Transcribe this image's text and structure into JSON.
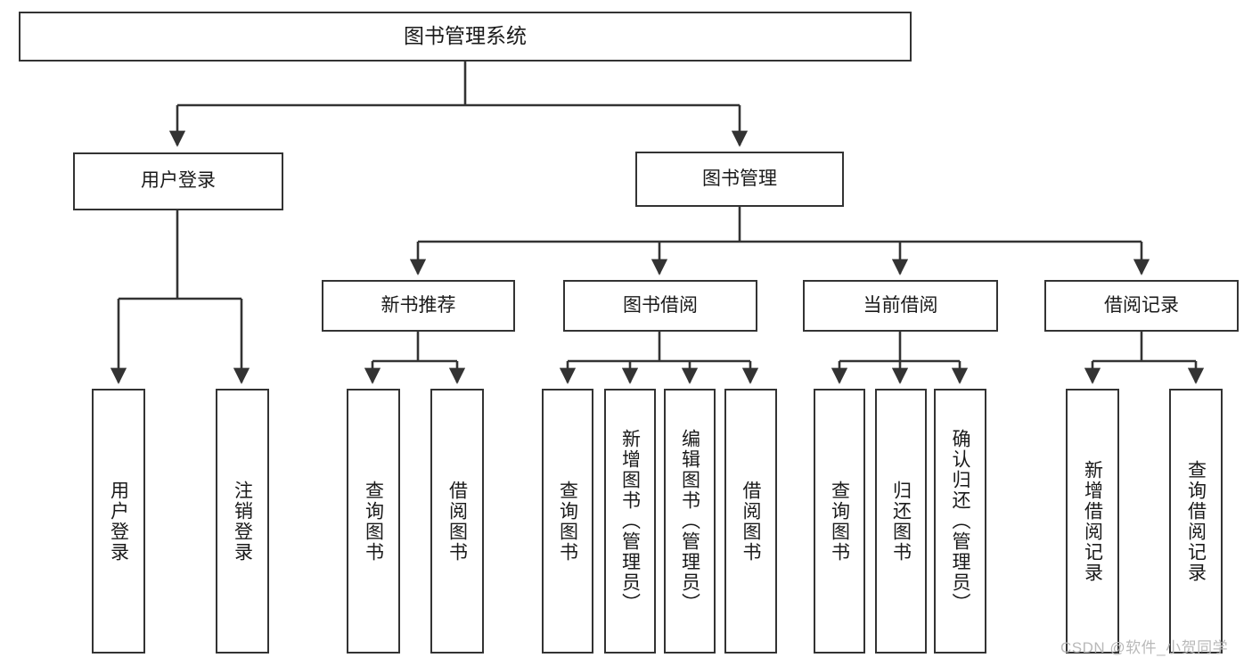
{
  "diagram": {
    "title": "图书管理系统",
    "type": "tree-hierarchy-diagram",
    "watermark": "CSDN @软件_小贺同学",
    "colors": {
      "stroke": "#333333",
      "fill": "#ffffff",
      "text": "#1a1a1a",
      "watermark": "#b9b9b9"
    },
    "nodes": {
      "root": {
        "label": "图书管理系统",
        "orientation": "horizontal"
      },
      "level2": [
        {
          "id": "user-login",
          "label": "用户登录",
          "orientation": "horizontal"
        },
        {
          "id": "book-manage",
          "label": "图书管理",
          "orientation": "horizontal"
        }
      ],
      "level3": [
        {
          "id": "new-book-recommend",
          "label": "新书推荐",
          "orientation": "horizontal"
        },
        {
          "id": "book-borrow",
          "label": "图书借阅",
          "orientation": "horizontal"
        },
        {
          "id": "current-borrow",
          "label": "当前借阅",
          "orientation": "horizontal"
        },
        {
          "id": "borrow-record",
          "label": "借阅记录",
          "orientation": "horizontal"
        }
      ],
      "leaves": [
        {
          "id": "leaf-user-login",
          "parent": "user-login",
          "label": "用户登录",
          "orientation": "vertical"
        },
        {
          "id": "leaf-logout-login",
          "parent": "user-login",
          "label": "注销登录",
          "orientation": "vertical"
        },
        {
          "id": "leaf-query-book-1",
          "parent": "new-book-recommend",
          "label": "查询图书",
          "orientation": "vertical"
        },
        {
          "id": "leaf-borrow-book-1",
          "parent": "new-book-recommend",
          "label": "借阅图书",
          "orientation": "vertical"
        },
        {
          "id": "leaf-query-book-2",
          "parent": "book-borrow",
          "label": "查询图书",
          "orientation": "vertical"
        },
        {
          "id": "leaf-add-book",
          "parent": "book-borrow",
          "label": "新增图书（管理员）",
          "orientation": "vertical"
        },
        {
          "id": "leaf-edit-book",
          "parent": "book-borrow",
          "label": "编辑图书（管理员）",
          "orientation": "vertical"
        },
        {
          "id": "leaf-borrow-book-2",
          "parent": "book-borrow",
          "label": "借阅图书",
          "orientation": "vertical"
        },
        {
          "id": "leaf-query-book-3",
          "parent": "current-borrow",
          "label": "查询图书",
          "orientation": "vertical"
        },
        {
          "id": "leaf-return-book",
          "parent": "current-borrow",
          "label": "归还图书",
          "orientation": "vertical"
        },
        {
          "id": "leaf-confirm-return",
          "parent": "current-borrow",
          "label": "确认归还（管理员）",
          "orientation": "vertical"
        },
        {
          "id": "leaf-add-record",
          "parent": "borrow-record",
          "label": "新增借阅记录",
          "orientation": "vertical"
        },
        {
          "id": "leaf-query-record",
          "parent": "borrow-record",
          "label": "查询借阅记录",
          "orientation": "vertical"
        }
      ]
    }
  }
}
